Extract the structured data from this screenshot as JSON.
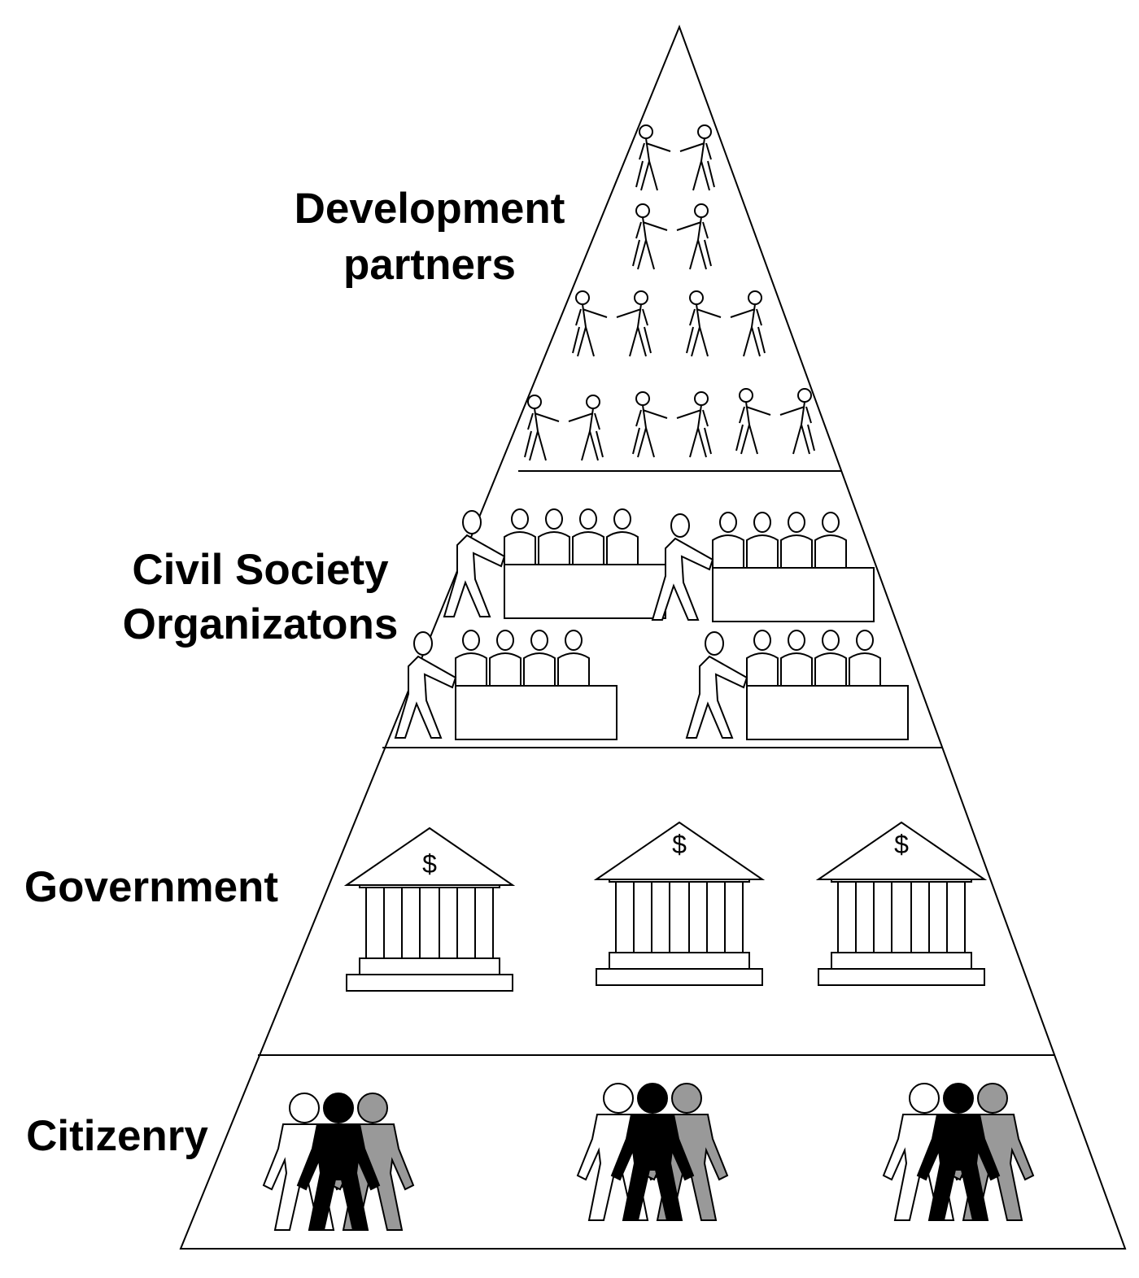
{
  "tiers": {
    "development_partners": {
      "label_line1": "Development",
      "label_line2": "partners"
    },
    "civil_society": {
      "label_line1": "Civil Society",
      "label_line2": "Organizatons"
    },
    "government": {
      "label": "Government",
      "currency_symbol": "$"
    },
    "citizenry": {
      "label": "Citizenry"
    }
  },
  "colors": {
    "stroke": "#000000",
    "background": "#ffffff",
    "citizen_light": "#ffffff",
    "citizen_dark": "#000000",
    "citizen_grey": "#999999"
  },
  "icons": {
    "development_partners": "handshake-pair-icon",
    "civil_society": "meeting-table-icon",
    "government": "bank-building-icon",
    "citizenry": "crowd-icon"
  }
}
